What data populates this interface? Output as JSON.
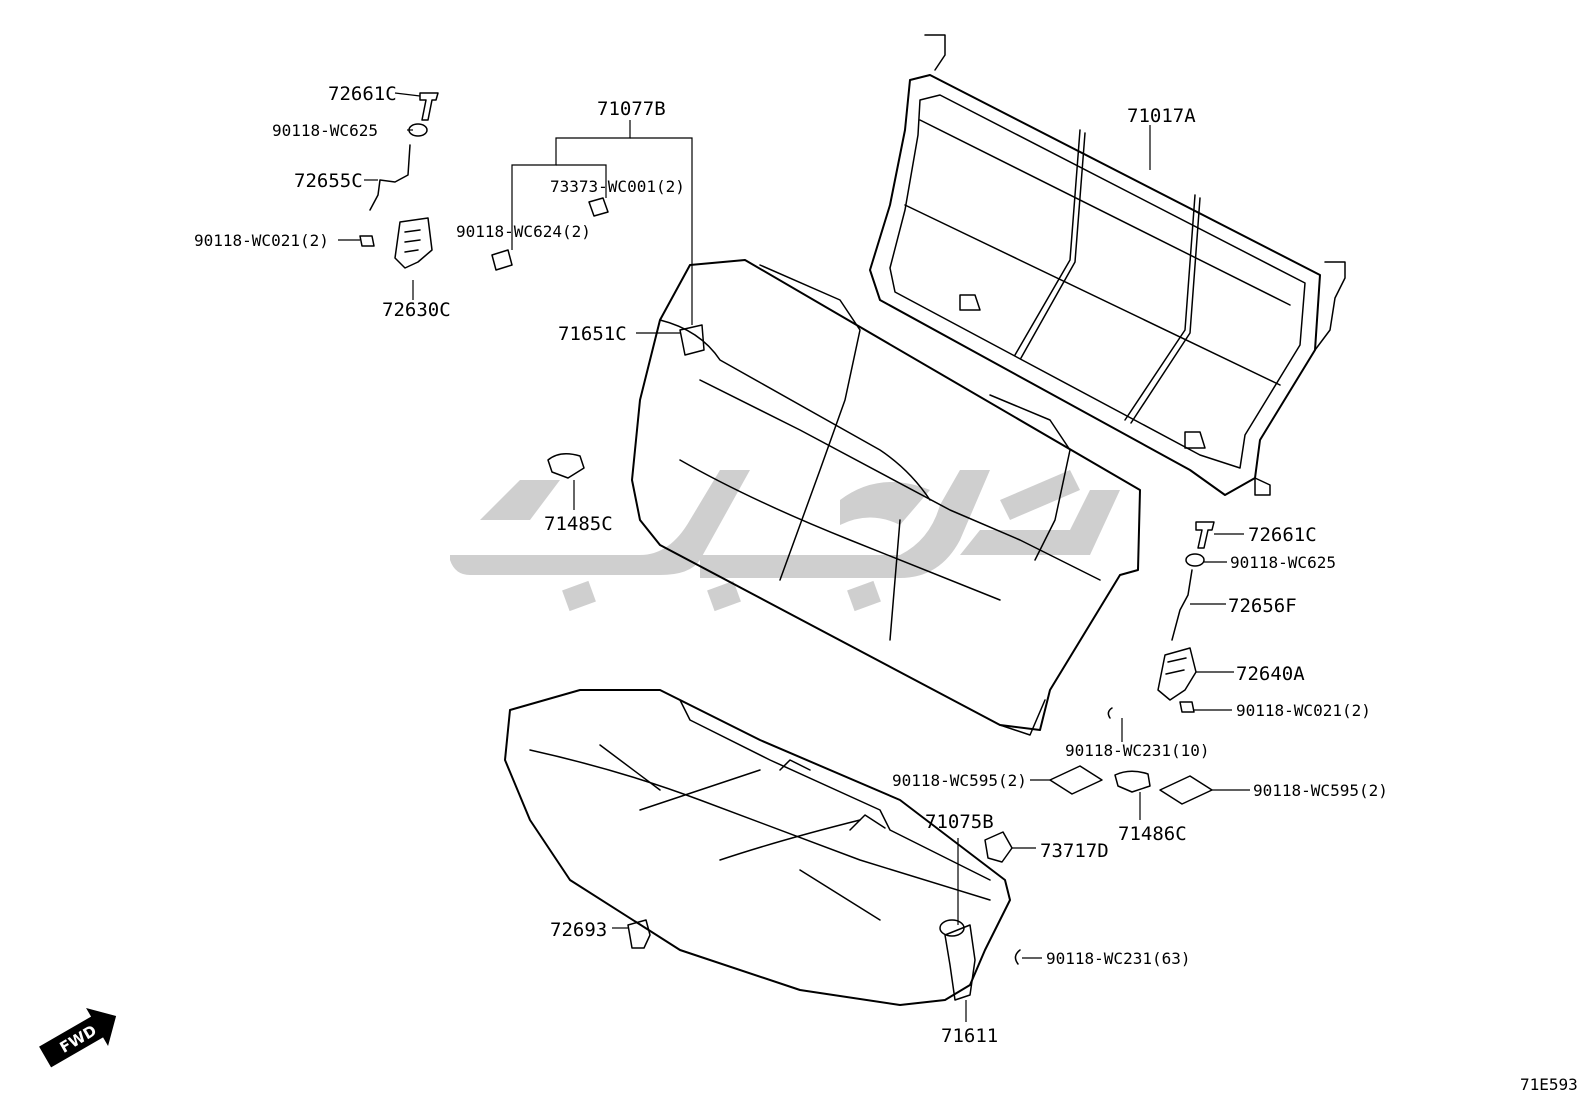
{
  "diagram_code": "71E593",
  "fwd_label": "FWD",
  "callouts": {
    "c72661C_top": "72661C",
    "c90118_WC625_top": "90118-WC625",
    "c72655C": "72655C",
    "c90118_WC021_left": "90118-WC021(2)",
    "c72630C": "72630C",
    "c71077B": "71077B",
    "c73373_WC001": "73373-WC001(2)",
    "c90118_WC624": "90118-WC624(2)",
    "c71651C": "71651C",
    "c71017A": "71017A",
    "c71485C": "71485C",
    "c72661C_right": "72661C",
    "c90118_WC625_right": "90118-WC625",
    "c72656F": "72656F",
    "c72640A": "72640A",
    "c90118_WC021_right": "90118-WC021(2)",
    "c90118_WC231_10": "90118-WC231(10)",
    "c90118_WC595_left": "90118-WC595(2)",
    "c90118_WC595_right": "90118-WC595(2)",
    "c71486C": "71486C",
    "c71075B": "71075B",
    "c73717D": "73717D",
    "c72693": "72693",
    "c90118_WC231_63": "90118-WC231(63)",
    "c71611": "71611"
  }
}
